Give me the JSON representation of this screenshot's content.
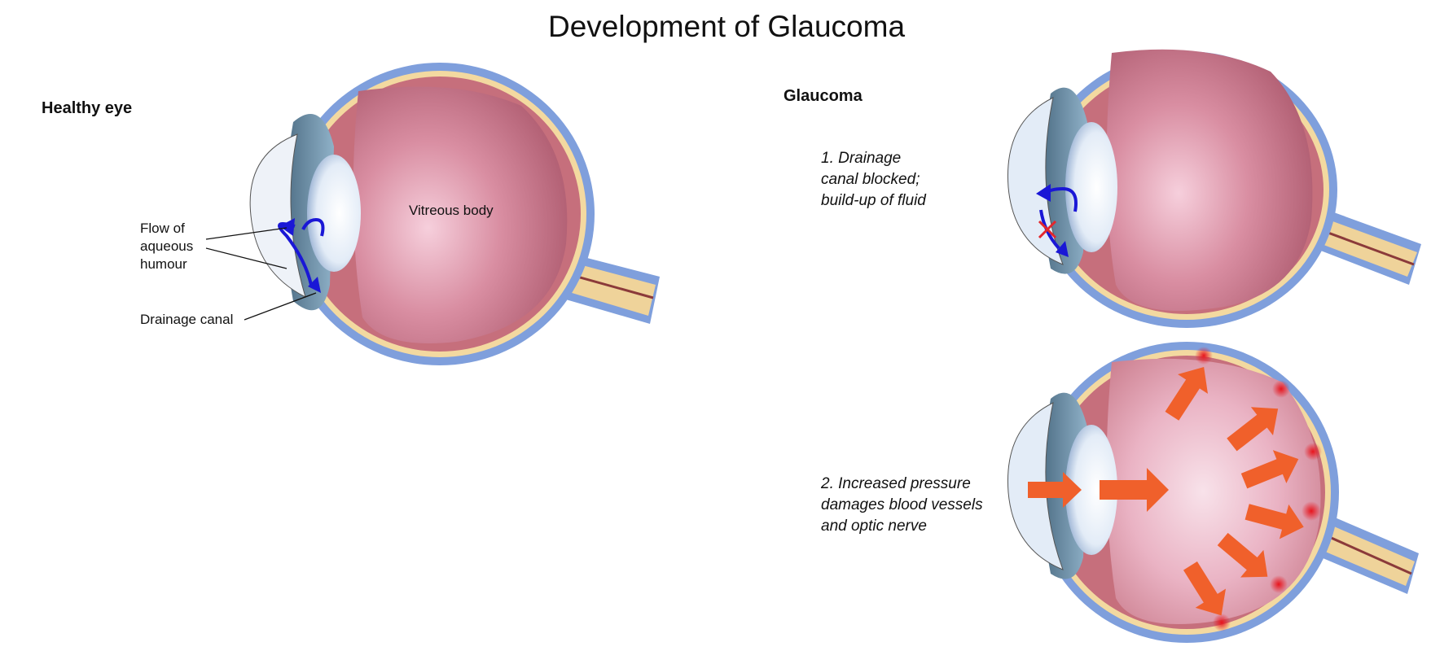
{
  "title": "Development of Glaucoma",
  "healthy": {
    "heading": "Healthy eye",
    "label_flow": "Flow of\naqueous\nhumour",
    "label_drainage": "Drainage canal",
    "label_vitreous": "Vitreous body"
  },
  "glaucoma": {
    "heading": "Glaucoma",
    "step1": "1. Drainage\ncanal blocked;\nbuild-up of fluid",
    "step2": "2. Increased pressure\ndamages blood vessels\nand optic nerve"
  },
  "colors": {
    "sclera": "#7f9fdc",
    "choroid": "#f3d9a0",
    "retina": "#c66f7c",
    "vitreous": "#c77787",
    "vitreous_light": "#f4c8d6",
    "nerve": "#efd39a",
    "lens": "#eef4fb",
    "cornea": "#dfe8f4",
    "flow_arrow": "#1a17d6",
    "pressure_arrow": "#f0602b",
    "blocked_mark": "#e3262c"
  },
  "icons": [
    "flow-arrow-icon",
    "blocked-cross-icon",
    "pressure-arrow-icon",
    "damage-spot-icon"
  ]
}
